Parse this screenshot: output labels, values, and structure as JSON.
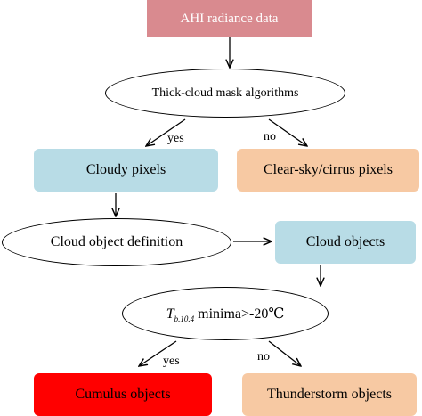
{
  "nodes": {
    "ahi": {
      "label": "AHI radiance data",
      "color": "#d98a8f",
      "text_color": "#ffffff"
    },
    "thick_cloud": {
      "label": "Thick-cloud mask algorithms"
    },
    "cloudy": {
      "label": "Cloudy pixels",
      "color": "#b8dce6"
    },
    "clear_sky": {
      "label": "Clear-sky/cirrus pixels",
      "color": "#f7c9a3"
    },
    "cloud_def": {
      "label": "Cloud object definition"
    },
    "cloud_objects": {
      "label": "Cloud objects",
      "color": "#b8dce6"
    },
    "tb_condition": {
      "symbol": "T",
      "subscript": "b.10.4",
      "label": " minima>-20℃"
    },
    "cumulus": {
      "label": "Cumulus objects",
      "color": "#ff0000"
    },
    "thunderstorm": {
      "label": "Thunderstorm objects",
      "color": "#f7c9a3"
    }
  },
  "edge_labels": {
    "yes_1": "yes",
    "no_1": "no",
    "yes_2": "yes",
    "no_2": "no"
  }
}
